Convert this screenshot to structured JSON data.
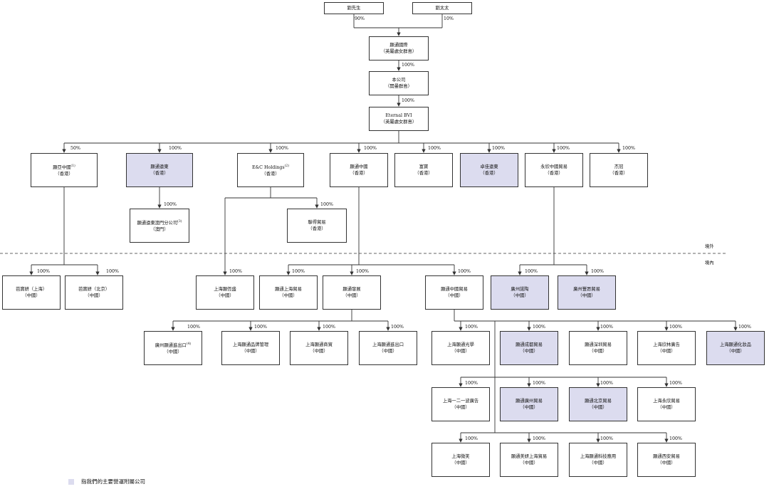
{
  "colors": {
    "highlight": "#dcdcef",
    "line": "#333333"
  },
  "nodes": {
    "mr_lau": {
      "name": "劉先生"
    },
    "mrs_lau": {
      "name": "劉太太"
    },
    "intl": {
      "name": "顯通國際",
      "loc": "（英屬處女群島）"
    },
    "company": {
      "name": "本公司",
      "loc": "（開曼群島）"
    },
    "eternal": {
      "name": "Eternal BVI",
      "loc": "（英屬處女群島）"
    },
    "hk_a": {
      "name": "顯亞中國",
      "note": "(1)",
      "loc": "（香港）"
    },
    "hk_b": {
      "name": "顯通遠東",
      "loc": "（香港）"
    },
    "hk_c": {
      "name": "E&C Holdings",
      "note": "(2)",
      "loc": "（香港）"
    },
    "hk_d": {
      "name": "顯通中國",
      "loc": "（香港）"
    },
    "hk_e": {
      "name": "富寶",
      "loc": "（香港）"
    },
    "hk_f": {
      "name": "卓佳遠東",
      "loc": "（香港）"
    },
    "hk_g": {
      "name": "永欣中國貿易",
      "loc": "（香港）"
    },
    "hk_h": {
      "name": "杰冠",
      "loc": "（香港）"
    },
    "macau": {
      "name": "顯通遠東澳門分公司",
      "note": "(3)",
      "loc": "（澳門）"
    },
    "hk_trade": {
      "name": "聯得貿易",
      "loc": "（香港）"
    },
    "cn_1": {
      "name": "芭寶妍（上海）",
      "loc": "（中國）"
    },
    "cn_2": {
      "name": "芭寶妍（北京）",
      "loc": "（中國）"
    },
    "cn_3": {
      "name": "上海顯恆盛",
      "loc": "（中國）"
    },
    "cn_4": {
      "name": "顯通上海貿易",
      "loc": "（中國）"
    },
    "cn_5": {
      "name": "顯通發展",
      "loc": "（中國）"
    },
    "cn_6": {
      "name": "顯通中國貿易",
      "loc": "（中國）"
    },
    "cn_7": {
      "name": "廣州諾陶",
      "loc": "（中國）"
    },
    "cn_8": {
      "name": "廣州豐昂貿易",
      "loc": "（中國）"
    },
    "cn_9": {
      "name": "廣州顯通進出口",
      "note": "(4)",
      "loc": "（中國）"
    },
    "cn_10": {
      "name": "上海顯通品牌管理",
      "loc": "（中國）"
    },
    "cn_11": {
      "name": "上海顯通商貿",
      "loc": "（中國）"
    },
    "cn_12": {
      "name": "上海顯通進出口",
      "loc": "（中國）"
    },
    "cn_13": {
      "name": "上海顯通光學",
      "loc": "（中國）"
    },
    "cn_14": {
      "name": "顯通成都貿易",
      "loc": "（中國）"
    },
    "cn_15": {
      "name": "顯通深圳貿易",
      "loc": "（中國）"
    },
    "cn_16": {
      "name": "上海欣林廣告",
      "loc": "（中國）"
    },
    "cn_17": {
      "name": "上海顯通化妝品",
      "loc": "（中國）"
    },
    "cn_18": {
      "name": "上海一二一波廣告",
      "loc": "（中國）"
    },
    "cn_19": {
      "name": "顯通廣州貿易",
      "loc": "（中國）"
    },
    "cn_20": {
      "name": "顯通北京貿易",
      "loc": "（中國）"
    },
    "cn_21": {
      "name": "上海永欣貿易",
      "loc": "（中國）"
    },
    "cn_22": {
      "name": "上海微笑",
      "loc": "（中國）"
    },
    "cn_23": {
      "name": "顯通美妍上海貿易",
      "loc": "（中國）"
    },
    "cn_24": {
      "name": "上海顯通科技應用",
      "loc": "（中國）"
    },
    "cn_25": {
      "name": "顯通西安貿易",
      "loc": "（中國）"
    }
  },
  "percentages": {
    "p_mr": "90%",
    "p_mrs": "10%",
    "p_intl": "100%",
    "p_company": "100%",
    "p_hk_a": "50%",
    "p_hk_b": "100%",
    "p_hk_c": "100%",
    "p_hk_d": "100%",
    "p_hk_e": "100%",
    "p_hk_f": "100%",
    "p_hk_g": "100%",
    "p_hk_h": "100%",
    "p_macau": "100%",
    "p_hk_trade": "100%",
    "p_cn_1": "100%",
    "p_cn_2": "100%",
    "p_cn_3": "100%",
    "p_cn_4": "100%",
    "p_cn_5": "100%",
    "p_cn_6": "100%",
    "p_cn_7": "100%",
    "p_cn_8": "100%",
    "p_cn_9": "100%",
    "p_cn_10": "100%",
    "p_cn_11": "100%",
    "p_cn_12": "100%",
    "p_cn_13": "100%",
    "p_cn_14": "100%",
    "p_cn_15": "100%",
    "p_cn_16": "100%",
    "p_cn_17": "100%",
    "p_cn_18": "100%",
    "p_cn_19": "100%",
    "p_cn_20": "100%",
    "p_cn_21": "100%",
    "p_cn_22": "100%",
    "p_cn_23": "100%",
    "p_cn_24": "100%",
    "p_cn_25": "100%"
  },
  "zones": {
    "offshore": "境外",
    "onshore": "境內"
  },
  "legend": {
    "text": "指我們的主要營運附屬公司"
  }
}
